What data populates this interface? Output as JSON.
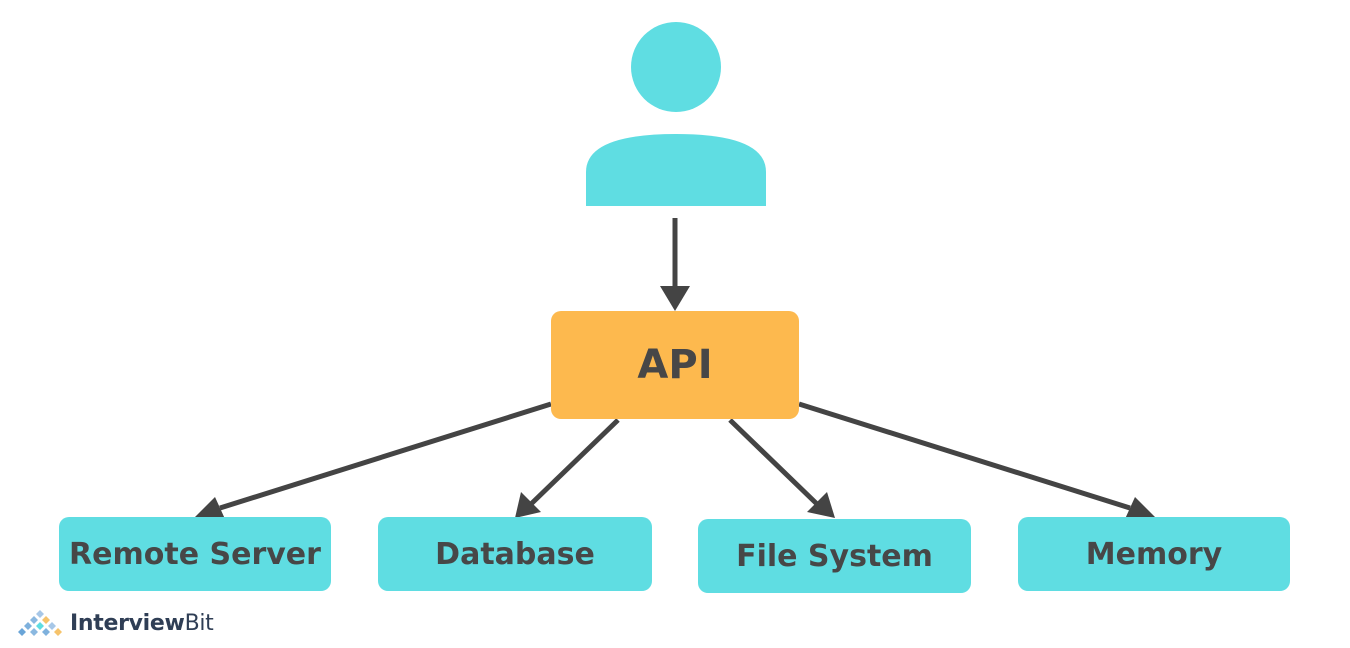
{
  "diagram": {
    "source": {
      "icon": "user-icon"
    },
    "center": {
      "label": "API"
    },
    "targets": [
      {
        "label": "Remote Server"
      },
      {
        "label": "Database"
      },
      {
        "label": "File System"
      },
      {
        "label": "Memory"
      }
    ]
  },
  "branding": {
    "logo_bold": "Interview",
    "logo_light": "Bit",
    "icon": "diamond-pattern-logo-icon"
  },
  "colors": {
    "person": "#5fdde2",
    "api": "#fdb94e",
    "targets": "#5fdde2",
    "arrows": "#444444",
    "text": "#474747"
  }
}
